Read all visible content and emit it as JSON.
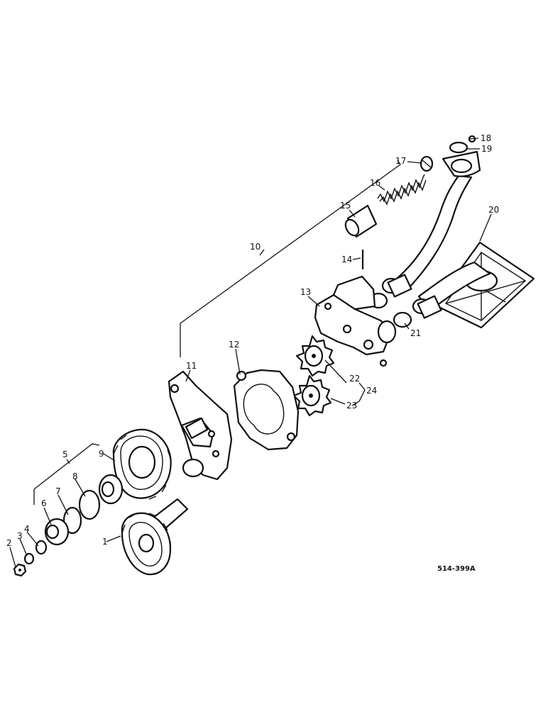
{
  "diagram": {
    "type": "exploded-parts-view",
    "drawing_number": "514-399A",
    "callouts": {
      "c1": "1",
      "c2": "2",
      "c3": "3",
      "c4": "4",
      "c5": "5",
      "c6": "6",
      "c7": "7",
      "c8": "8",
      "c9": "9",
      "c10": "10",
      "c11": "11",
      "c12": "12",
      "c13": "13",
      "c14": "14",
      "c15": "15",
      "c16": "16",
      "c17": "17",
      "c18": "18",
      "c19": "19",
      "c20": "20",
      "c21": "21",
      "c22": "22",
      "c23": "23",
      "c24": "24"
    }
  },
  "colors": {
    "ink": "#111111",
    "paper": "#ffffff"
  }
}
